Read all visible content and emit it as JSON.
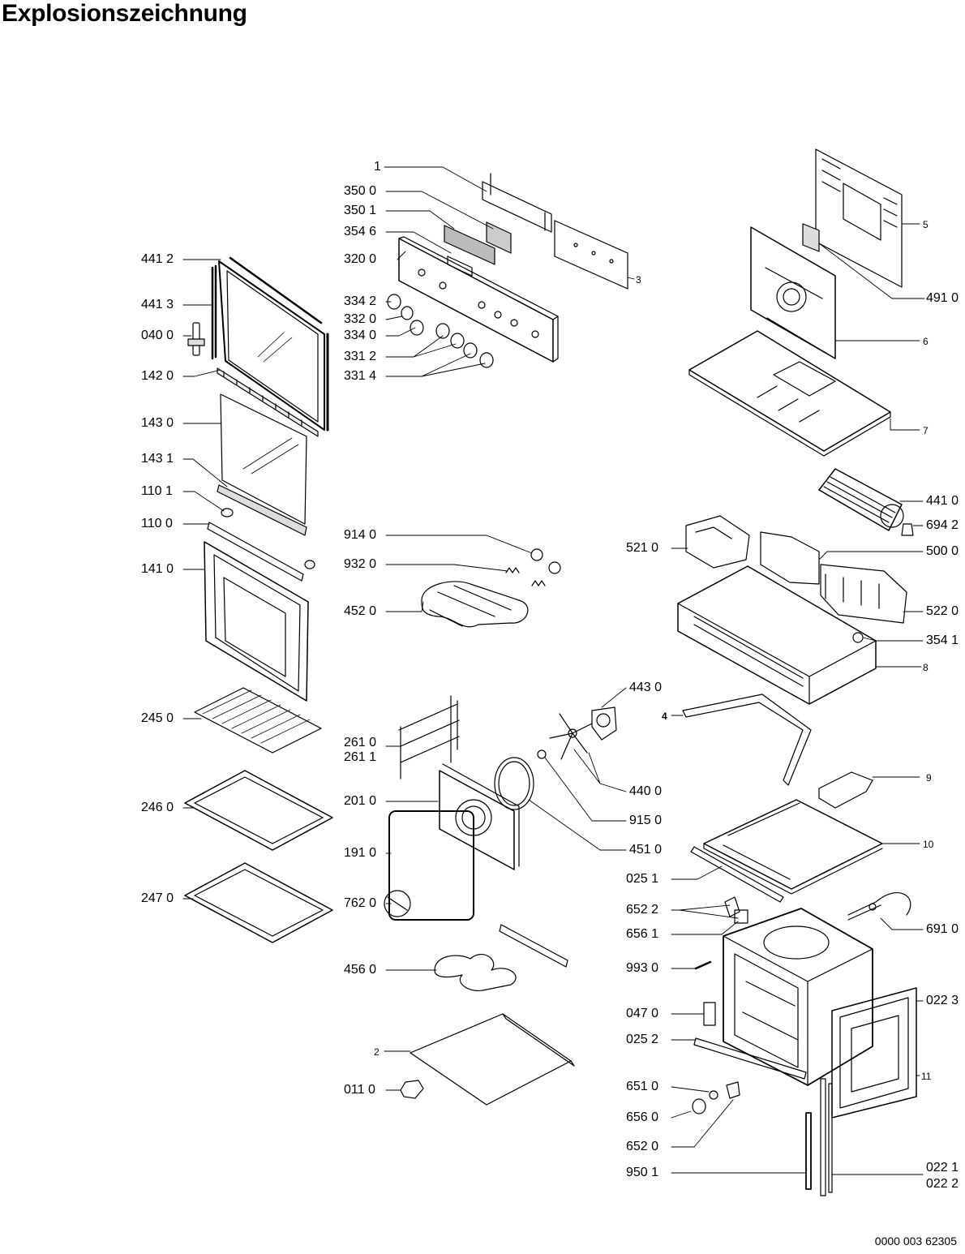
{
  "title": "Explosionszeichnung",
  "document_number": "0000 003 62305",
  "callouts": [
    {
      "id": "1",
      "text": "1"
    },
    {
      "id": "350_0",
      "text": "350 0"
    },
    {
      "id": "350_1",
      "text": "350 1"
    },
    {
      "id": "354_6",
      "text": "354 6"
    },
    {
      "id": "320_0",
      "text": "320 0"
    },
    {
      "id": "3",
      "text": "3"
    },
    {
      "id": "334_2",
      "text": "334 2"
    },
    {
      "id": "332_0",
      "text": "332 0"
    },
    {
      "id": "334_0",
      "text": "334 0"
    },
    {
      "id": "331_2",
      "text": "331 2"
    },
    {
      "id": "331_4",
      "text": "331 4"
    },
    {
      "id": "441_2",
      "text": "441 2"
    },
    {
      "id": "441_3",
      "text": "441 3"
    },
    {
      "id": "040_0",
      "text": "040 0"
    },
    {
      "id": "142_0",
      "text": "142 0"
    },
    {
      "id": "143_0",
      "text": "143 0"
    },
    {
      "id": "143_1",
      "text": "143 1"
    },
    {
      "id": "110_1",
      "text": "110 1"
    },
    {
      "id": "110_0",
      "text": "110 0"
    },
    {
      "id": "141_0",
      "text": "141 0"
    },
    {
      "id": "245_0",
      "text": "245 0"
    },
    {
      "id": "246_0",
      "text": "246 0"
    },
    {
      "id": "247_0",
      "text": "247 0"
    },
    {
      "id": "914_0",
      "text": "914 0"
    },
    {
      "id": "932_0",
      "text": "932 0"
    },
    {
      "id": "452_0",
      "text": "452 0"
    },
    {
      "id": "261_0",
      "text": "261 0"
    },
    {
      "id": "261_1",
      "text": "261 1"
    },
    {
      "id": "201_0",
      "text": "201 0"
    },
    {
      "id": "191_0",
      "text": "191 0"
    },
    {
      "id": "762_0",
      "text": "762 0"
    },
    {
      "id": "456_0",
      "text": "456 0"
    },
    {
      "id": "2",
      "text": "2"
    },
    {
      "id": "011_0",
      "text": "011 0"
    },
    {
      "id": "443_0",
      "text": "443 0"
    },
    {
      "id": "440_0",
      "text": "440 0"
    },
    {
      "id": "915_0",
      "text": "915 0"
    },
    {
      "id": "451_0",
      "text": "451 0"
    },
    {
      "id": "5",
      "text": "5"
    },
    {
      "id": "491_0",
      "text": "491 0"
    },
    {
      "id": "6",
      "text": "6"
    },
    {
      "id": "7",
      "text": "7"
    },
    {
      "id": "441_0",
      "text": "441 0"
    },
    {
      "id": "694_2",
      "text": "694 2"
    },
    {
      "id": "521_0",
      "text": "521 0"
    },
    {
      "id": "500_0",
      "text": "500 0"
    },
    {
      "id": "522_0",
      "text": "522 0"
    },
    {
      "id": "354_1",
      "text": "354 1"
    },
    {
      "id": "8",
      "text": "8"
    },
    {
      "id": "4",
      "text": "4"
    },
    {
      "id": "9",
      "text": "9"
    },
    {
      "id": "10",
      "text": "10"
    },
    {
      "id": "025_1",
      "text": "025 1"
    },
    {
      "id": "652_2",
      "text": "652 2"
    },
    {
      "id": "656_1",
      "text": "656 1"
    },
    {
      "id": "691_0",
      "text": "691 0"
    },
    {
      "id": "993_0",
      "text": "993 0"
    },
    {
      "id": "022_3",
      "text": "022 3"
    },
    {
      "id": "047_0",
      "text": "047 0"
    },
    {
      "id": "025_2",
      "text": "025 2"
    },
    {
      "id": "11",
      "text": "11"
    },
    {
      "id": "651_0",
      "text": "651 0"
    },
    {
      "id": "656_0",
      "text": "656 0"
    },
    {
      "id": "652_0",
      "text": "652 0"
    },
    {
      "id": "950_1",
      "text": "950 1"
    },
    {
      "id": "022_1",
      "text": "022 1"
    },
    {
      "id": "022_2",
      "text": "022 2"
    }
  ]
}
